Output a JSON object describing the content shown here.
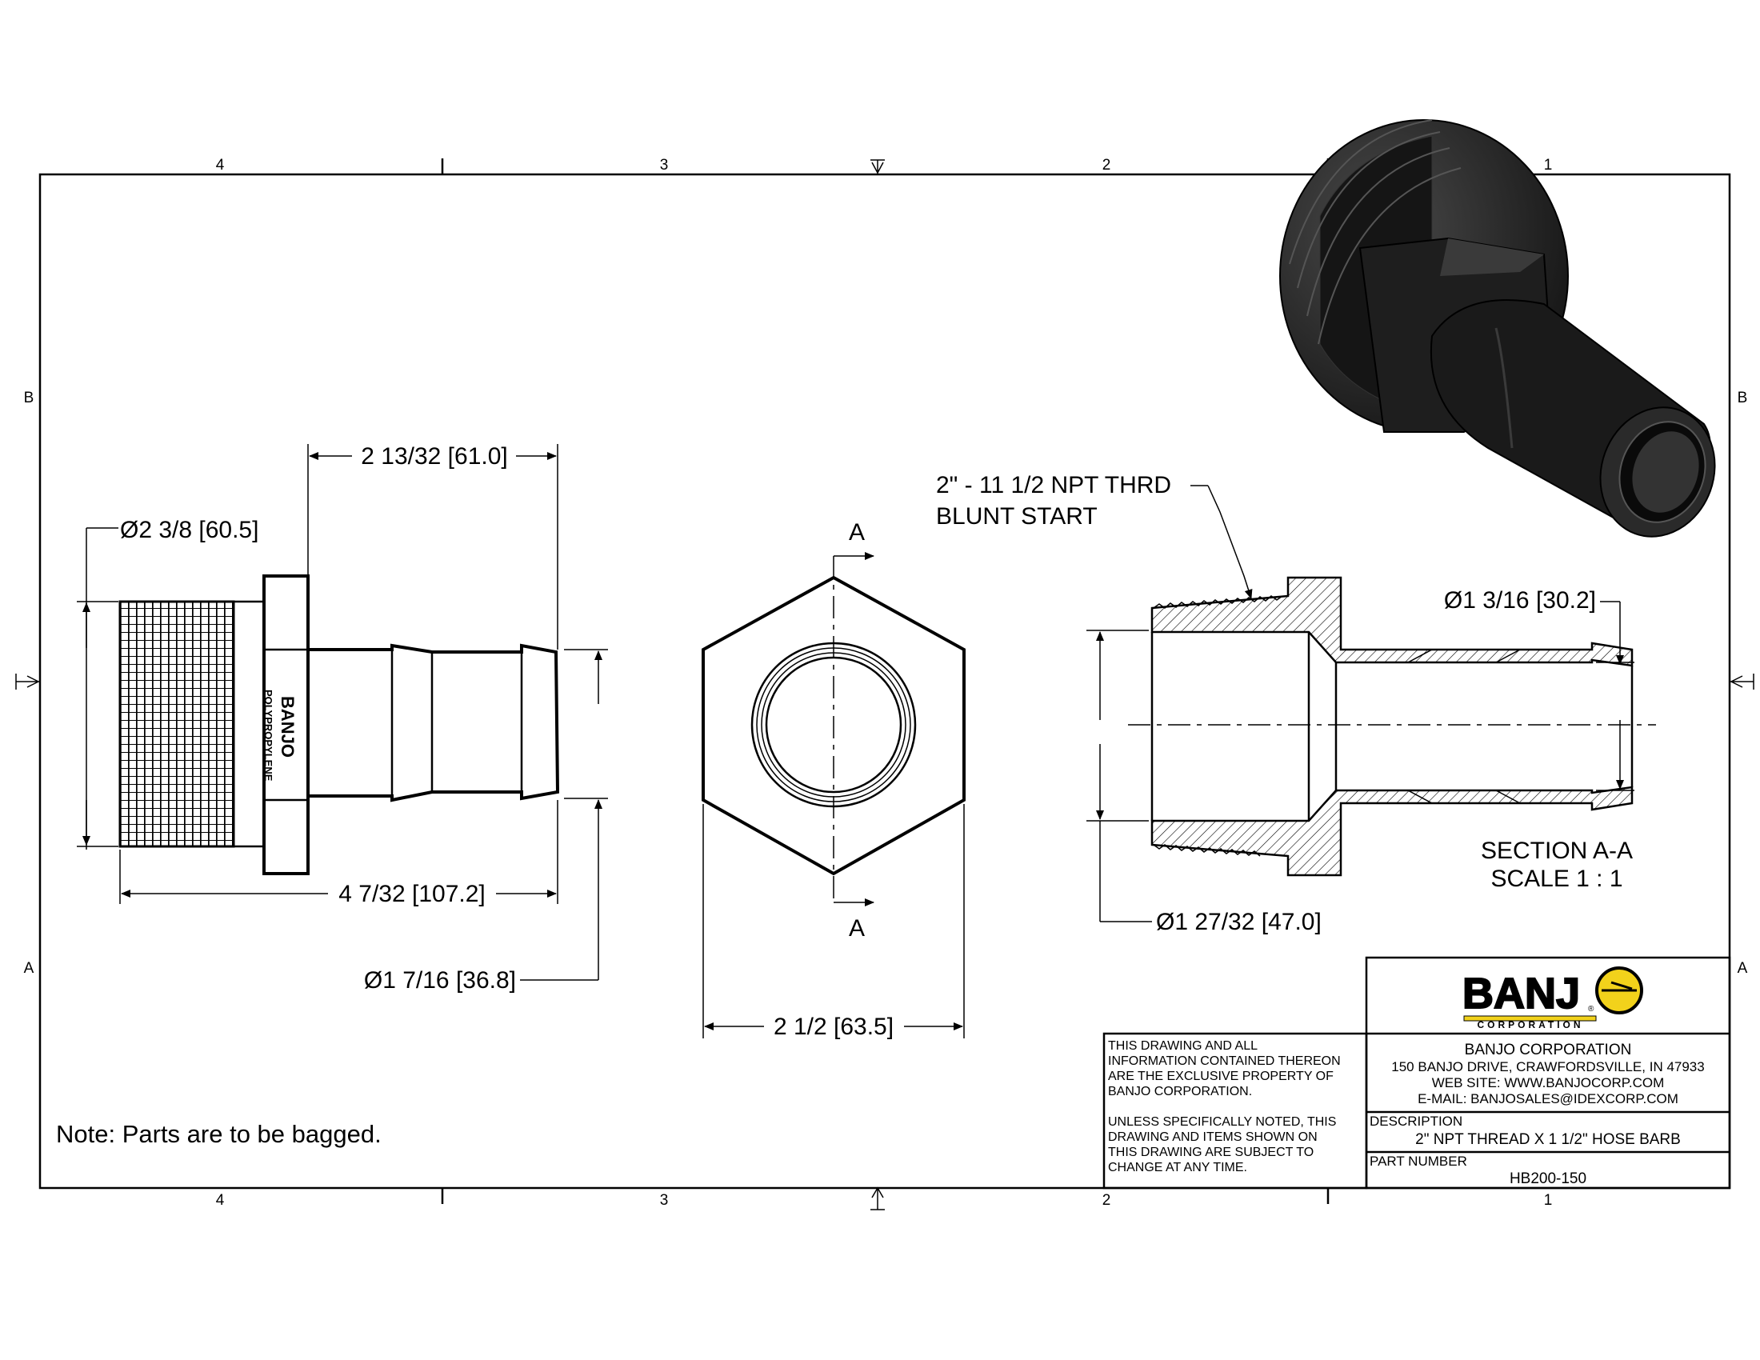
{
  "zones": {
    "columns": [
      "4",
      "3",
      "2",
      "1"
    ],
    "rows": [
      "B",
      "A"
    ]
  },
  "dimensions": {
    "overall_length": "4 7/32 [107.2]",
    "hex_to_end": "2 13/32 [61.0]",
    "thread_diameter": "Ø2 3/8 [60.5]",
    "barb_diameter": "Ø1 7/16 [36.8]",
    "hex_across_flats": "2 1/2 [63.5]",
    "bore_diameter": "Ø1 27/32 [47.0]",
    "barb_bore_diameter": "Ø1 3/16 [30.2]"
  },
  "callouts": {
    "thread_line1": "2\" - 11 1/2 NPT THRD",
    "thread_line2": "BLUNT START",
    "section_marker_top": "A",
    "section_marker_bottom": "A",
    "section_title": "SECTION A-A",
    "section_scale": "SCALE 1 : 1",
    "part_marking_line1": "BANJO",
    "part_marking_line2": "POLYPROPYLENE"
  },
  "note": "Note: Parts are to be bagged.",
  "title_block": {
    "logo_text": "BANJ",
    "logo_sub": "CORPORATION",
    "logo_registered": "®",
    "company": "BANJO CORPORATION",
    "address": "150 BANJO DRIVE, CRAWFORDSVILLE, IN 47933",
    "website": "WEB SITE: WWW.BANJOCORP.COM",
    "email": "E-MAIL: BANJOSALES@IDEXCORP.COM",
    "disclaimer_lines": [
      "THIS DRAWING AND ALL",
      "INFORMATION CONTAINED THEREON",
      "ARE THE EXCLUSIVE PROPERTY OF",
      "BANJO CORPORATION."
    ],
    "change_lines": [
      "UNLESS SPECIFICALLY NOTED, THIS",
      "DRAWING AND ITEMS SHOWN ON",
      "THIS DRAWING ARE SUBJECT TO",
      "CHANGE AT ANY TIME."
    ],
    "description_label": "DESCRIPTION",
    "description": "2\" NPT THREAD X 1 1/2\" HOSE BARB",
    "part_number_label": "PART NUMBER",
    "part_number": "HB200-150"
  },
  "colors": {
    "ink": "#000000",
    "paper": "#ffffff",
    "logo_yellow": "#f2d21b",
    "render_dark": "#1c1c1c"
  }
}
